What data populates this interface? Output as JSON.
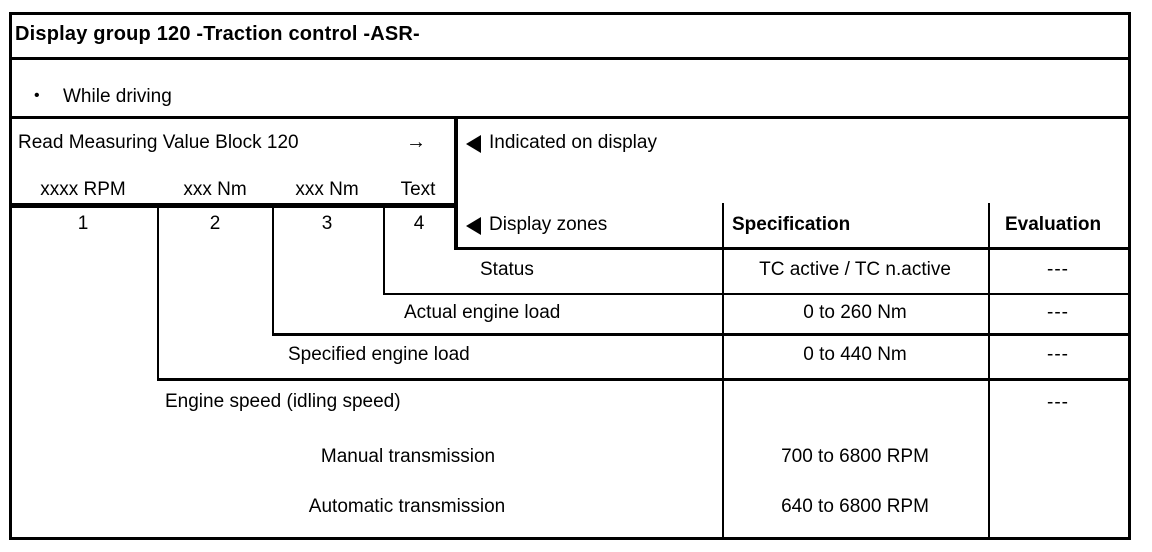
{
  "doc": {
    "title": "Display group 120 -Traction control -ASR-",
    "bullet": "•",
    "condition": "While driving",
    "read_block_label": "Read Measuring Value Block 120",
    "arrow": "→",
    "units": [
      "xxxx RPM",
      "xxx Nm",
      "xxx Nm",
      "Text"
    ],
    "indicated_on_display": "Indicated on display",
    "zones": [
      "1",
      "2",
      "3",
      "4"
    ],
    "display_zones": "Display zones",
    "headers": {
      "specification": "Specification",
      "evaluation": "Evaluation"
    },
    "rows": [
      {
        "label": "Status",
        "spec": "TC active / TC n.active",
        "eval": "---"
      },
      {
        "label": "Actual engine load",
        "spec": "0 to 260 Nm",
        "eval": "---"
      },
      {
        "label": "Specified engine load",
        "spec": "0 to 440 Nm",
        "eval": "---"
      },
      {
        "label": "Engine speed (idling speed)",
        "spec": "",
        "eval": "---"
      },
      {
        "label": "Manual transmission",
        "spec": "700 to 6800 RPM",
        "eval": ""
      },
      {
        "label": "Automatic transmission",
        "spec": "640 to 6800 RPM",
        "eval": ""
      }
    ],
    "colors": {
      "ink": "#000000",
      "paper": "#ffffff"
    }
  }
}
